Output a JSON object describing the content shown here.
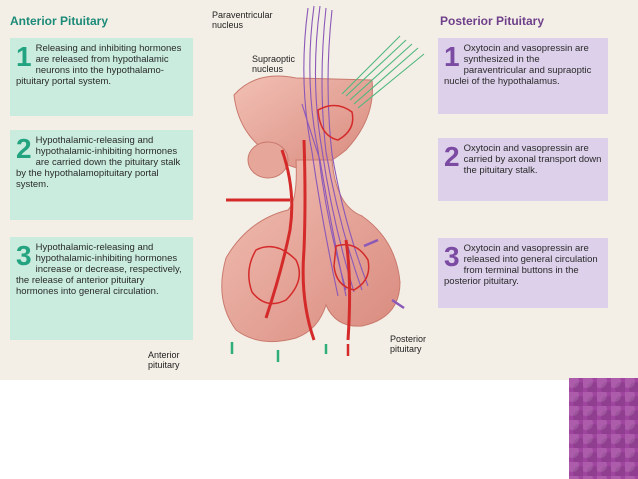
{
  "left_panel": {
    "title": "Anterior Pituitary",
    "steps": [
      {
        "number": "1",
        "text": "Releasing and inhibiting hormones are released from hypothalamic neurons into the hypothalamo-pituitary portal system."
      },
      {
        "number": "2",
        "text": "Hypothalamic-releasing and hypothalamic-inhibiting hormones are carried down the pituitary stalk by the hypothalamopituitary portal system."
      },
      {
        "number": "3",
        "text": "Hypothalamic-releasing and hypothalamic-inhibiting hormones increase or decrease, respectively, the release of anterior pituitary hormones into general circulation."
      }
    ]
  },
  "right_panel": {
    "title": "Posterior Pituitary",
    "steps": [
      {
        "number": "1",
        "text": "Oxytocin and vasopressin are synthesized in the paraventricular and supraoptic nuclei of the hypothalamus."
      },
      {
        "number": "2",
        "text": "Oxytocin and vasopressin are carried by axonal transport down the pituitary stalk."
      },
      {
        "number": "3",
        "text": "Oxytocin and vasopressin are released into general circulation from terminal buttons in the posterior pituitary."
      }
    ]
  },
  "diagram_labels": {
    "paraventricular": "Paraventricular nucleus",
    "supraoptic": "Supraoptic nucleus",
    "anterior": "Anterior pituitary",
    "posterior": "Posterior pituitary"
  },
  "colors": {
    "anterior_accent": "#23a37f",
    "anterior_box": "#c9ecde",
    "posterior_accent": "#7b4aa2",
    "posterior_box": "#ddd0ea",
    "vessel": "#d42a2a",
    "tissue": "#e8a197"
  }
}
